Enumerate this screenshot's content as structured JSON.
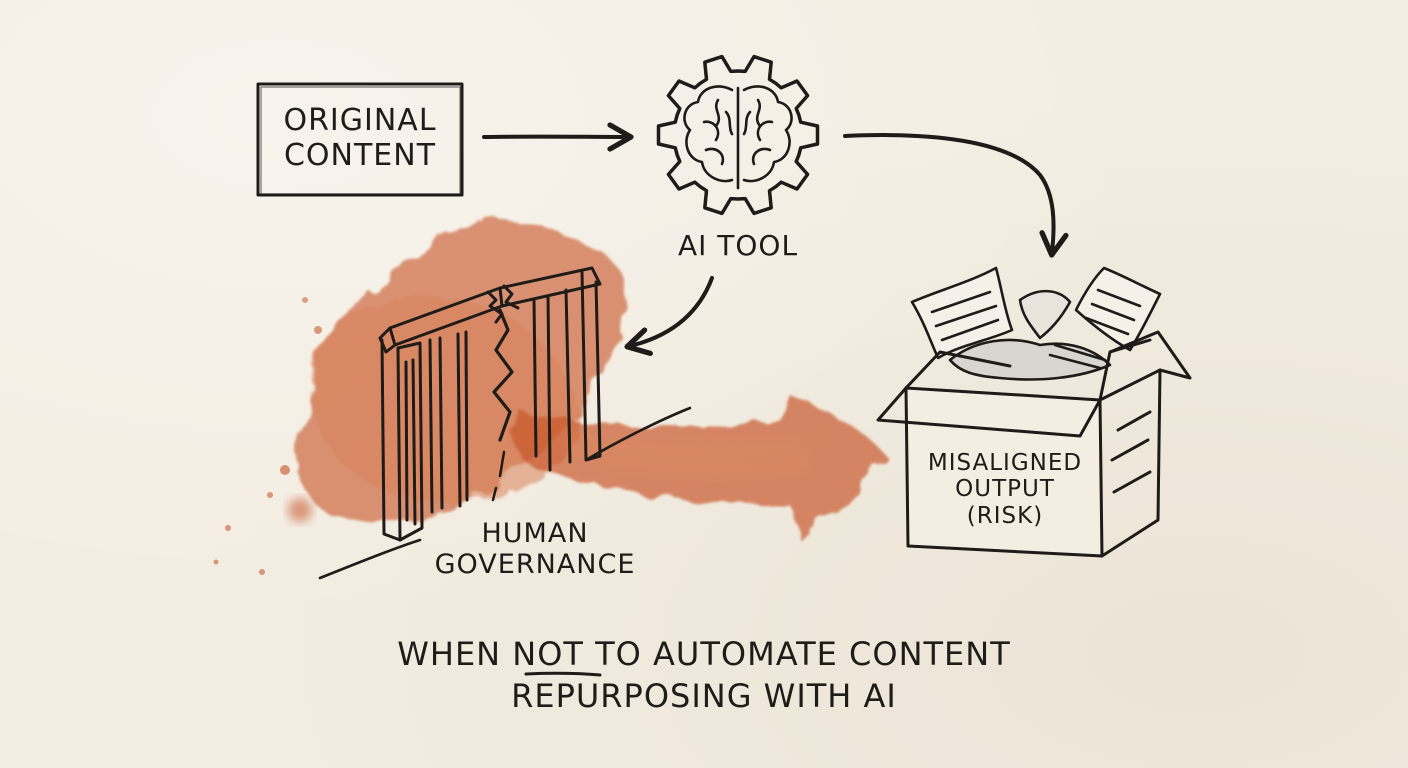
{
  "colors": {
    "paper": "#f3ede2",
    "ink": "#1e1b18",
    "watercolor": "#c8562a"
  },
  "nodes": {
    "original_content": {
      "line1": "ORIGINAL",
      "line2": "CONTENT"
    },
    "ai_tool": {
      "label": "AI TOOL",
      "icon": "gear-brain-icon"
    },
    "human_governance": {
      "line1": "HUMAN",
      "line2": "GOVERNANCE",
      "icon": "cracked-gate-icon"
    },
    "misaligned_output": {
      "line1": "MISALIGNED",
      "line2": "OUTPUT",
      "line3": "(RISK)",
      "icon": "open-box-icon"
    }
  },
  "caption": {
    "line1_prefix": "WHEN ",
    "line1_emphasis": "NOT",
    "line1_suffix": " TO AUTOMATE CONTENT",
    "line2": "REPURPOSING WITH AI"
  }
}
